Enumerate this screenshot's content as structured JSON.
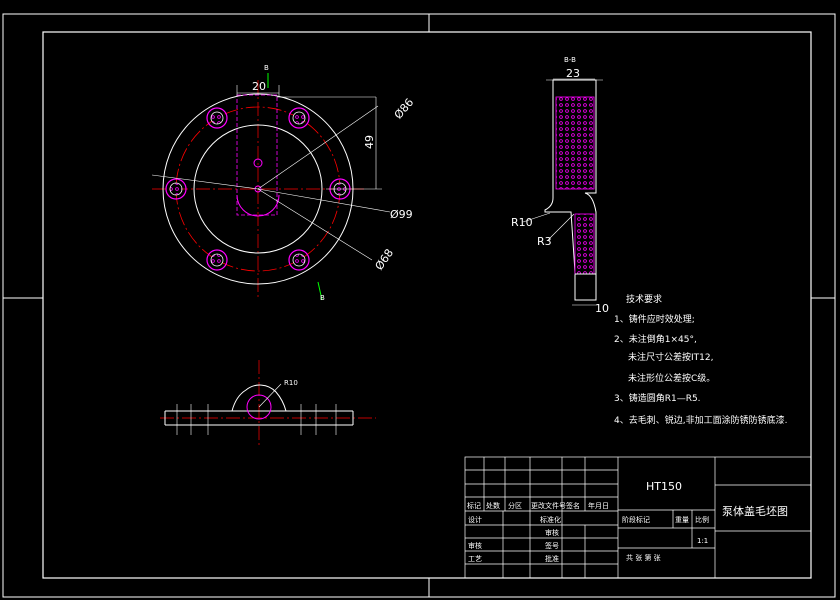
{
  "colors": {
    "background": "#000000",
    "line": "#ffffff",
    "centerline": "#ff0000",
    "hidden": "#ff00ff",
    "hatch": "#ff00ff",
    "dimension": "#ffffff",
    "section_marker": "#00ff00"
  },
  "top_view": {
    "section_label_top": "B",
    "section_label_bottom": "B",
    "dim_width": "20",
    "dim_height": "49",
    "dia_outer": "Ø86",
    "dia_pcd": "Ø99",
    "dia_flange": "Ø68"
  },
  "front_view": {
    "radius_label": "R10"
  },
  "section_view": {
    "title": "B-B",
    "dim_width": "23",
    "radius_large": "R10",
    "radius_small": "R3",
    "dim_bottom": "10"
  },
  "tech_requirements": {
    "heading": "技术要求",
    "items": [
      "1、铸件应时效处理;",
      "2、未注倒角1×45°,",
      "未注尺寸公差按IT12,",
      "未注形位公差按C级。",
      "3、铸造圆角R1—R5.",
      "4、去毛刺、锐边,非加工面涂防锈防锈底漆."
    ]
  },
  "title_block": {
    "material": "HT150",
    "drawing_name": "泵体盖毛坯图",
    "scale": "1:1",
    "header_labels": [
      "标记",
      "处数",
      "分区",
      "更改文件号",
      "签名",
      "年月日"
    ],
    "row_labels": [
      "设计",
      "",
      "审核",
      "工艺"
    ],
    "mid_labels": [
      "标准化",
      "审核",
      "签号",
      "批准"
    ],
    "stage_labels": [
      "阶段标记",
      "重量",
      "比例"
    ],
    "sheet_text": "共   张   第   张"
  }
}
